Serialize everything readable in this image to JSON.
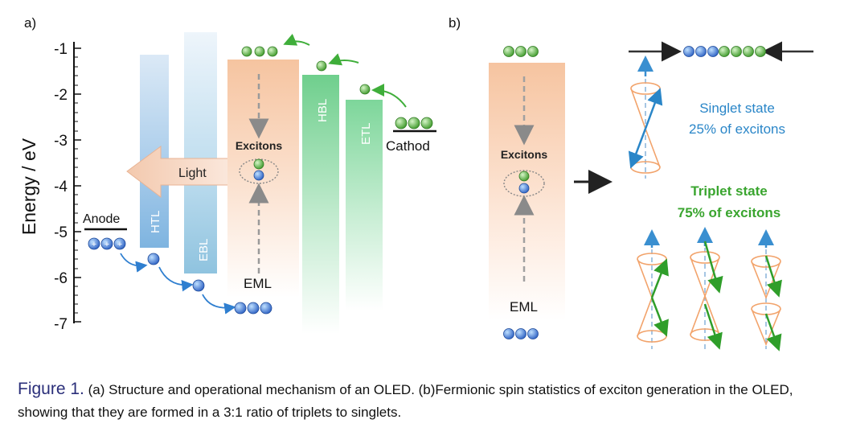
{
  "panel_a": {
    "label": "a)",
    "y_axis_label": "Energy / eV",
    "y_ticks": [
      "-1",
      "-2",
      "-3",
      "-4",
      "-5",
      "-6",
      "-7"
    ],
    "layers": {
      "htl": "HTL",
      "ebl": "EBL",
      "eml": "EML",
      "hbl": "HBL",
      "etl": "ETL"
    },
    "anode": "Anode",
    "cathode": "Cathod",
    "excitons": "Excitons",
    "light": "Light"
  },
  "panel_b": {
    "label": "b)",
    "eml": "EML",
    "excitons": "Excitons",
    "singlet_title": "Singlet state",
    "singlet_pct": "25% of excitons",
    "triplet_title": "Triplet state",
    "triplet_pct": "75% of excitons"
  },
  "caption": {
    "lead": "Figure 1.",
    "text": "(a) Structure and operational mechanism of an OLED. (b)Fermionic spin statistics of exciton generation in the OLED, showing that they are formed in a 3:1 ratio of triplets to singlets."
  },
  "colors": {
    "hole": "#2f6fcf",
    "electron": "#4fae3a",
    "eml_fill": "#f6c7a6",
    "etl_fill": "#7fd39a",
    "htl_fill": "#9ec7e8",
    "singlet_text": "#2a86c8",
    "triplet_text": "#3aa52f",
    "cone": "#f2a36b"
  }
}
